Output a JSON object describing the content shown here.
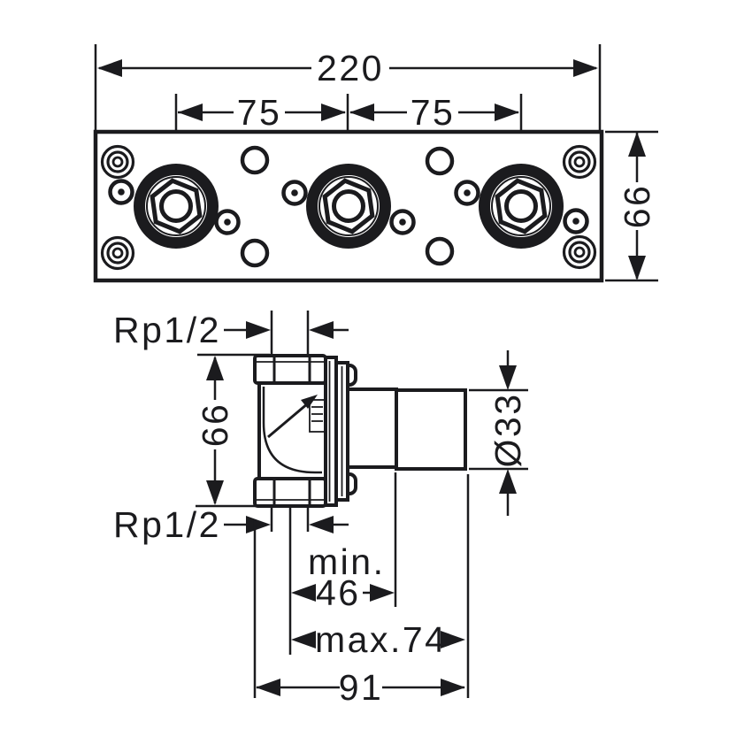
{
  "drawing": {
    "type": "technical-installation-diagram",
    "colors": {
      "ink": "#1b1b1e",
      "background": "#ffffff"
    }
  },
  "top_view": {
    "width_label": "220",
    "pitch_left_label": "75",
    "pitch_right_label": "75",
    "height_label": "66"
  },
  "side_view": {
    "top_thread_label": "Rp1/2",
    "bottom_thread_label": "Rp1/2",
    "height_label": "66",
    "spigot_diameter_label": "Ø33",
    "depth_min_prefix": "min.",
    "depth_min_value": "46",
    "depth_max_label": "max.74",
    "total_depth_label": "91"
  }
}
